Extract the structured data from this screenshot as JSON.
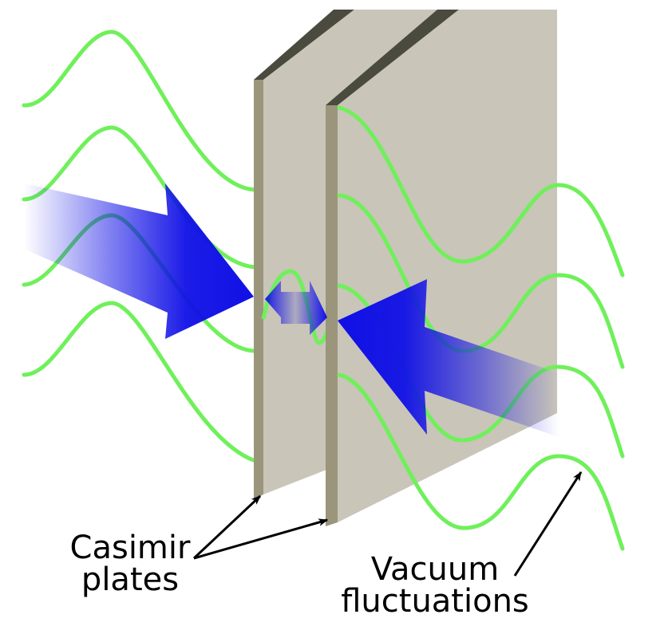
{
  "labels": {
    "plates_line1": "Casimir",
    "plates_line2": "plates",
    "vacuum_line1": "Vacuum",
    "vacuum_line2": "fluctuations"
  },
  "colors": {
    "wave": "#6ff05a",
    "plate_face": "#c9c5b9",
    "plate_edge": "#9b957c",
    "plate_top": "#4a4a3e",
    "arrow": "#1010e6",
    "pointer": "#000000",
    "background": "#ffffff"
  },
  "icons": {
    "pressure_arrow": "block-arrow",
    "pointer_arrow": "thin-arrow",
    "gap_arrow": "double-headed-arrow"
  }
}
